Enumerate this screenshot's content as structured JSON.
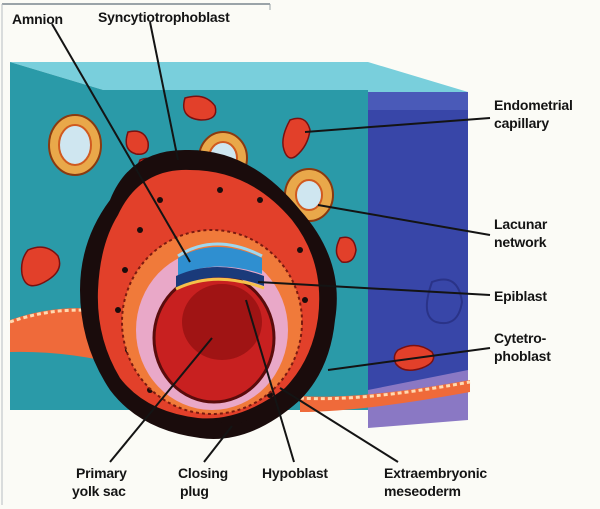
{
  "diagram": {
    "labels": {
      "amnion": "Amnion",
      "syncytiotrophoblast": "Syncytiotrophoblast",
      "endometrial_capillary_1": "Endometrial",
      "endometrial_capillary_2": "capillary",
      "lacunar_network_1": "Lacunar",
      "lacunar_network_2": "network",
      "epiblast": "Epiblast",
      "cytotrophoblast_1": "Cytetro-",
      "cytotrophoblast_2": "phoblast",
      "primary_yolk_sac_1": "Primary",
      "primary_yolk_sac_2": "yolk sac",
      "closing_plug_1": "Closing",
      "closing_plug_2": "plug",
      "hypoblast": "Hypoblast",
      "extraembryonic_mesoderm_1": "Extraembryonic",
      "extraembryonic_mesoderm_2": "meseoderm"
    },
    "colors": {
      "endometrium_front": "#2a9aa8",
      "endometrium_top": "#79cfdc",
      "endometrium_side": "#3846a8",
      "trophoblast_dark": "#1a0c0c",
      "syncytio_red": "#e2402a",
      "cytotrophoblast_orange": "#f07a3a",
      "yolk_sac_pink": "#e9a8c8",
      "cavity_red": "#c82020",
      "amnion_blue": "#2f8fd0",
      "epithelium_orange": "#ef6a3a",
      "base_purple": "#8a78c4",
      "leader_line": "#141414"
    }
  }
}
